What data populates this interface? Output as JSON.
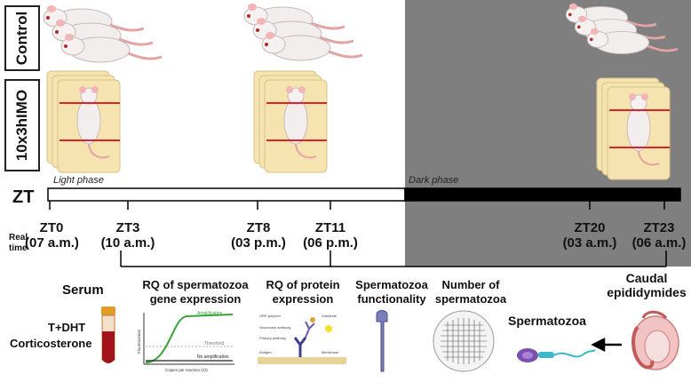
{
  "rows": {
    "control": "Control",
    "treatment": "10x3hIMO"
  },
  "timeline": {
    "axis_label": "ZT",
    "real_time_label_line1": "Real",
    "real_time_label_line2": "time",
    "light_phase": "Light phase",
    "dark_phase": "Dark phase",
    "points": [
      {
        "zt": "ZT0",
        "time": "(07 a.m.)"
      },
      {
        "zt": "ZT3",
        "time": "(10 a.m.)"
      },
      {
        "zt": "ZT8",
        "time": "(03 p.m.)"
      },
      {
        "zt": "ZT11",
        "time": "(06 p.m.)"
      },
      {
        "zt": "ZT20",
        "time": "(03 a.m.)"
      },
      {
        "zt": "ZT23",
        "time": "(06 a.m.)"
      }
    ]
  },
  "outputs": {
    "serum": {
      "title": "Serum",
      "hormone1": "T+DHT",
      "hormone2": "Corticosterone"
    },
    "gene": {
      "title_line1": "RQ of spermatozoa",
      "title_line2": "gene expression",
      "curve_label_amp": "Amplification",
      "curve_label_threshold": "Threshold",
      "curve_label_noamp": "No amplification",
      "y_axis": "Fluorescence",
      "x_axis": "Copies per reaction (Ct)"
    },
    "protein": {
      "title_line1": "RQ of protein",
      "title_line2": "expression",
      "label_hrp": "HRP-polymer",
      "label_secondary": "Secondary antibody",
      "label_primary": "Primary antibody",
      "label_antigen": "Antigen",
      "label_membrane": "Membrane",
      "label_substrate": "Substrate"
    },
    "functionality": {
      "title_line1": "Spermatozoa",
      "title_line2": "functionality"
    },
    "number": {
      "title_line1": "Number of",
      "title_line2": "spermatozoa"
    },
    "spermatozoa": {
      "title": "Spermatozoa"
    },
    "caudal": {
      "title_line1": "Caudal",
      "title_line2": "epididymides"
    }
  },
  "colors": {
    "dark_phase_bg": "#7f7f7f",
    "card": "#f6e4b0",
    "restraint": "#d9252a",
    "timeline": "#000000"
  }
}
